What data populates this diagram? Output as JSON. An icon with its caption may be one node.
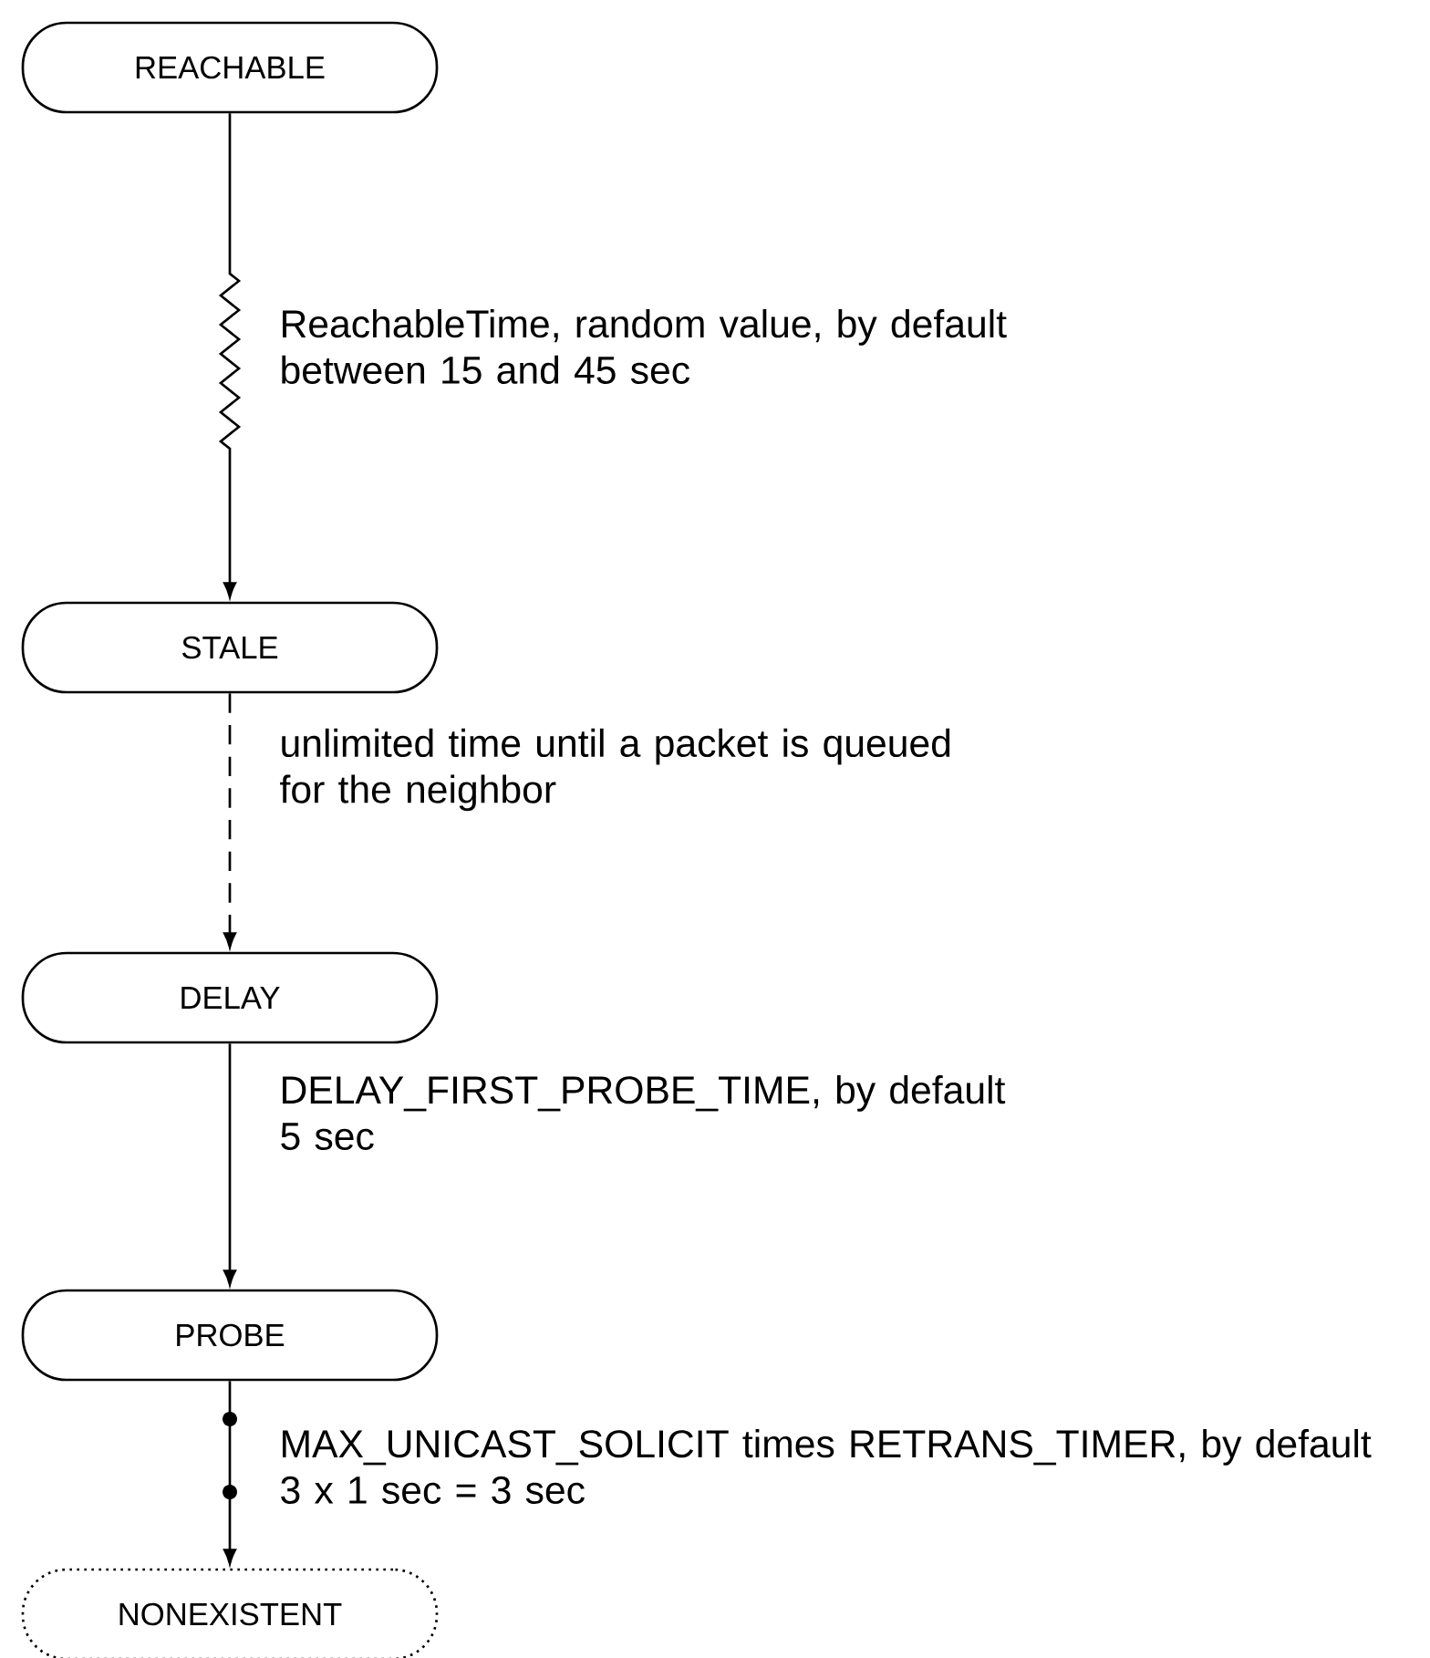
{
  "diagram": {
    "nodes": [
      {
        "text": [
          "REACHABLE"
        ]
      },
      {
        "text": [
          "STALE"
        ]
      },
      {
        "text": [
          "DELAY"
        ]
      },
      {
        "text": [
          "PROBE"
        ]
      },
      {
        "text": [
          "NONEXISTENT"
        ]
      }
    ],
    "edges": [
      {
        "from": 0,
        "to": 1,
        "arrow": "to",
        "label": "ReachableTime, random value, by default between 15 and 45 sec"
      },
      {
        "from": 1,
        "to": 2,
        "arrow": "to",
        "style": "dashed",
        "label": "unlimited time until a packet is queued for the neighbor"
      },
      {
        "from": 2,
        "to": 3,
        "arrow": "to",
        "label": "DELAY_FIRST_PROBE_TIME, by default 5 sec"
      },
      {
        "from": 3,
        "to": 4,
        "arrow": "to",
        "label": "MAX_UNICAST_SOLICIT times RETRANS_TIMER, by default 3 x 1 sec = 3 sec"
      }
    ]
  }
}
